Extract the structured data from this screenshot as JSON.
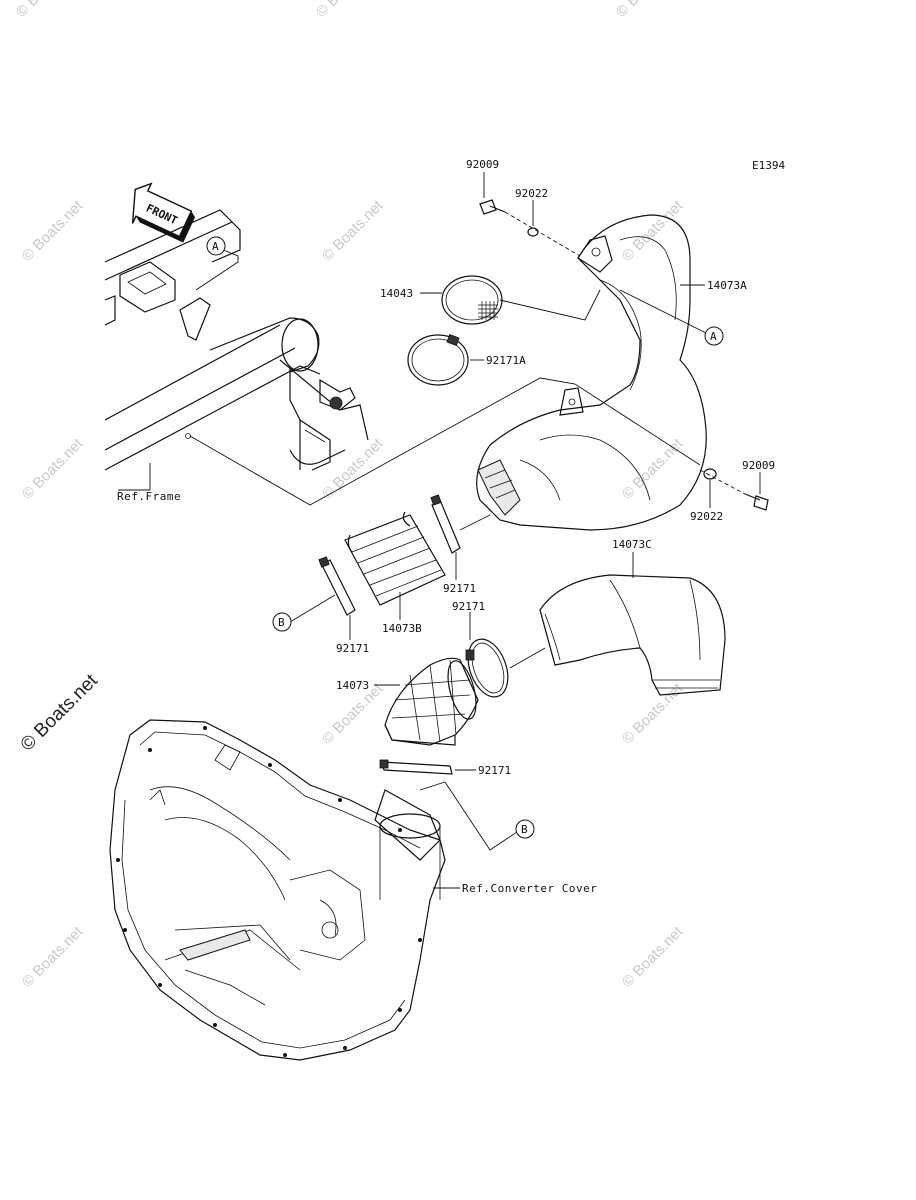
{
  "diagram_code": "E1394",
  "front_label": "FRONT",
  "watermarks": [
    "© Boats.net",
    "© Boats.net",
    "© Boats.net",
    "© Boats.net",
    "© Boats.net",
    "© Boats.net",
    "© Boats.net",
    "© Boats.net",
    "© Boats.net",
    "© Boats.net",
    "© Boats.net",
    "© Boats.net",
    "© Boats.net"
  ],
  "side_watermark": "© Boats.net",
  "callouts": {
    "a": "A",
    "b": "B"
  },
  "parts": {
    "p92009_top": "92009",
    "p92022_top": "92022",
    "p14073A": "14073A",
    "p14043": "14043",
    "p92171A": "92171A",
    "p92009_right": "92009",
    "p92022_right": "92022",
    "p14073C": "14073C",
    "p92171_mid": "92171",
    "p92171_right": "92171",
    "p92171_left": "92171",
    "p14073B": "14073B",
    "p14073": "14073",
    "p92171_bottom": "92171"
  },
  "refs": {
    "frame": "Ref.Frame",
    "converter_cover": "Ref.Converter Cover"
  }
}
